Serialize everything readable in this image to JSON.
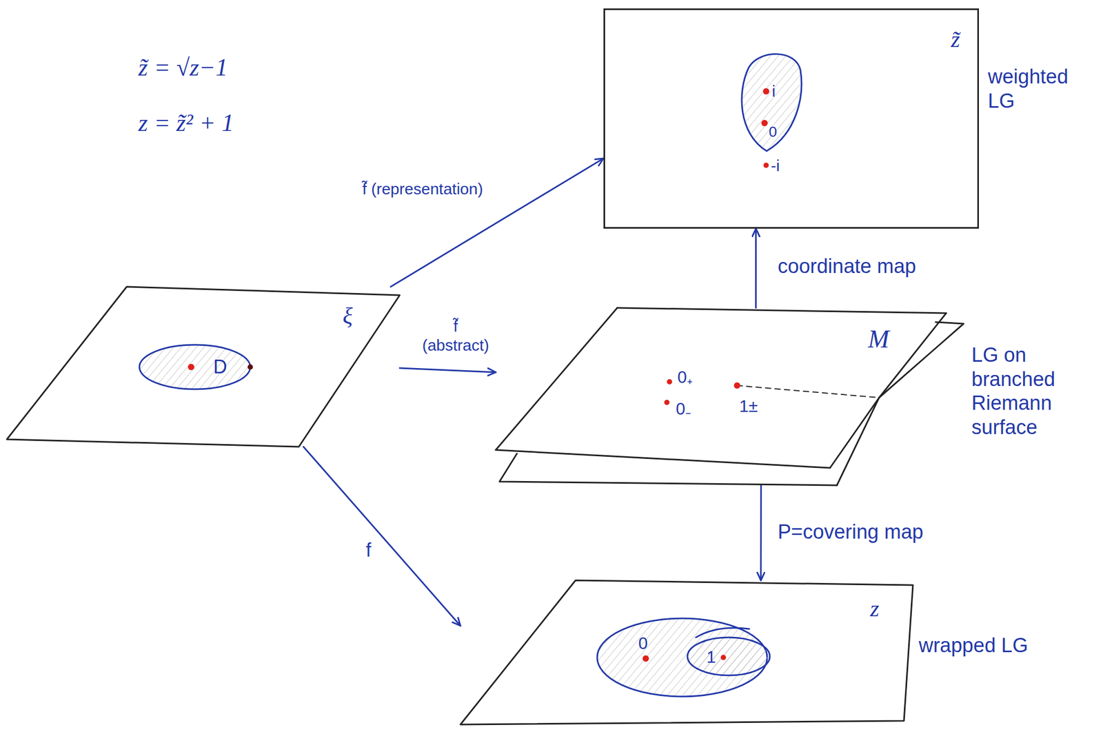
{
  "diagram": {
    "nodes": [
      {
        "text": [
          "z̃",
          "weighted LG"
        ]
      },
      {
        "text": [
          "i",
          "0"
        ],
        "in": 0
      },
      {
        "text": [
          "ξ"
        ]
      },
      {
        "text": [
          "D"
        ],
        "in": 2
      },
      {
        "text": [
          "M",
          "LG on branched Riemann surface"
        ]
      },
      {
        "text": [
          "z",
          "wrapped LG"
        ]
      },
      {
        "text": [
          "0"
        ],
        "in": 5
      },
      {
        "text": [
          "1"
        ],
        "in": 6
      }
    ],
    "edges": [
      {
        "from": 2,
        "to": 0,
        "arrow": "to",
        "label": "f̃ (representation)"
      },
      {
        "from": 2,
        "to": 4,
        "arrow": "to",
        "label": "f̃ (abstract)"
      },
      {
        "from": 2,
        "to": 5,
        "arrow": "to",
        "label": "f"
      },
      {
        "from": 4,
        "to": 0,
        "arrow": "to",
        "label": "coordinate map"
      },
      {
        "from": 4,
        "to": 5,
        "arrow": "to",
        "label": "P=covering map"
      }
    ],
    "labels": [
      "z̃ = √z−1",
      "z = z̃² + 1",
      "-i",
      "0₊",
      "0₋",
      "1±"
    ]
  }
}
